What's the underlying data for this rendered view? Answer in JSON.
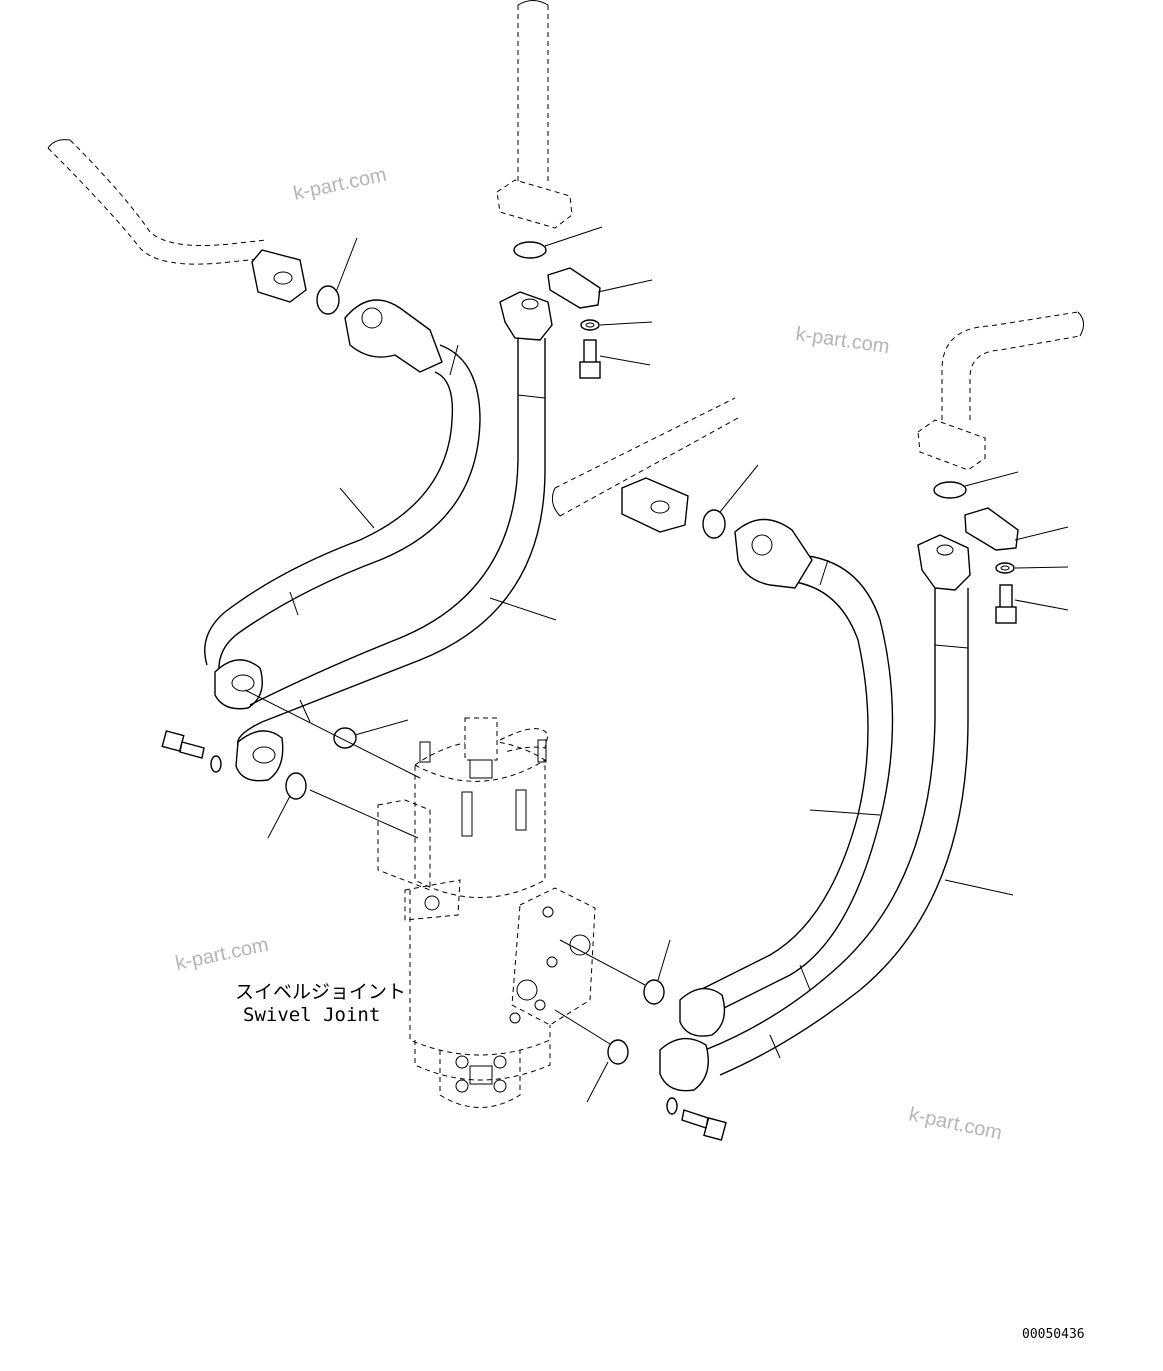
{
  "labels": {
    "swivel_joint_jp": "スイベルジョイント",
    "swivel_joint_en": "Swivel Joint"
  },
  "watermarks": [
    "k-part.com",
    "k-part.com",
    "k-part.com",
    "k-part.com"
  ],
  "drawing_number": "00050436"
}
